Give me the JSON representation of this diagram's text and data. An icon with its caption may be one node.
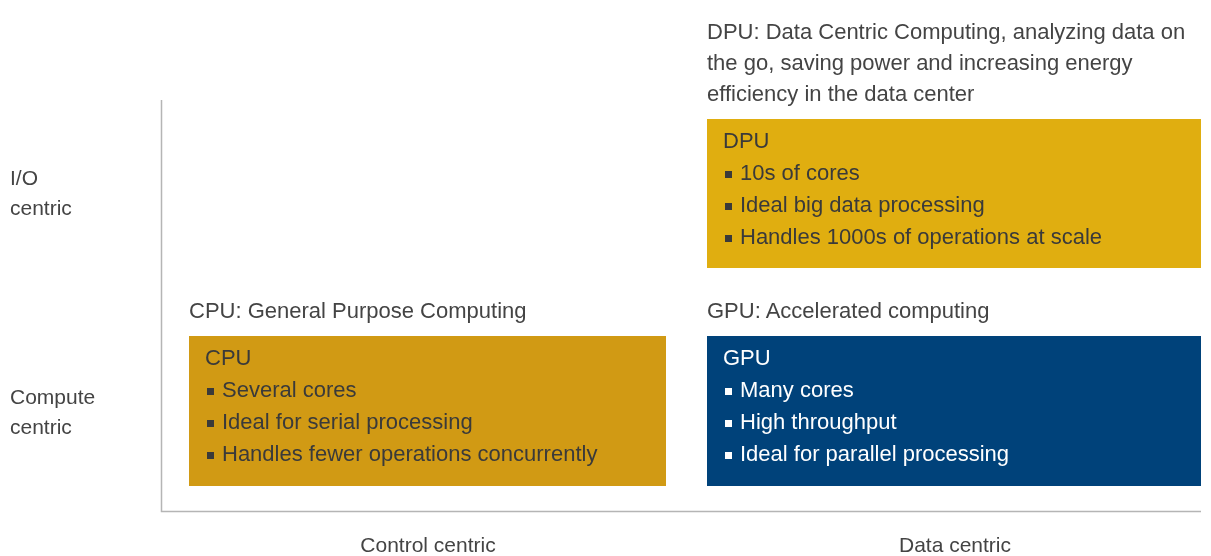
{
  "diagram": {
    "nodes": [
      {
        "text": [
          "DPU: Data Centric Computing, analyzing data on the go, saving power and increasing energy efficiency in the data center",
          "DPU",
          "10s of cores",
          "Ideal big data processing",
          "Handles 1000s of operations at scale"
        ]
      },
      {
        "text": [
          "CPU: General Purpose Computing",
          "CPU",
          "Several cores",
          "Ideal for serial processing",
          "Handles fewer operations concurrently"
        ]
      },
      {
        "text": [
          "GPU: Accelerated computing",
          "GPU",
          "Many cores",
          "High throughput",
          "Ideal for parallel processing"
        ]
      }
    ],
    "labels": [
      "I/O centric",
      "Compute centric",
      "Control centric",
      "Data centric"
    ]
  }
}
